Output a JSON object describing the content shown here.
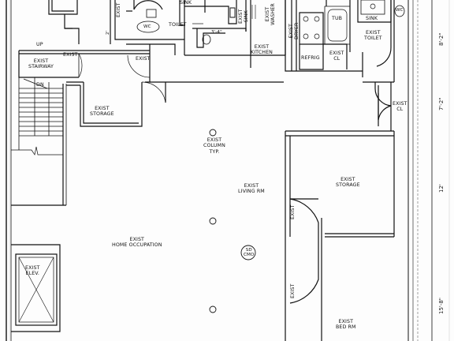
{
  "plan": {
    "rooms": {
      "sink_left": "SINK",
      "toilet": "TOILET",
      "wc": "WC",
      "exist_sink": "EXIST\nSINK",
      "exist_washer": "EXIST\nWASHER",
      "exist_dryer": "EXIST\nDRYER",
      "exist_kitchen": "EXIST\nKITCHEN",
      "tub": "TUB",
      "sink_right": "SINK",
      "wc_right": "WC",
      "exist_toilet": "EXIST\nTOILET",
      "refrig": "REFRIG",
      "exist_cl_top": "EXIST\nCL",
      "exist_cl_right": "EXIST\nCL",
      "exist_left": "EXIST",
      "exist_left2": "EXIST",
      "exist_stairway": "EXIST\nSTAIRWAY",
      "up": "UP",
      "dn": "DN",
      "exist_storage_left": "EXIST\nSTORAGE",
      "exist_column": "EXIST\nCOLUMN\nTYP.",
      "exist_living": "EXIST\nLIVING RM",
      "exist_storage_right": "EXIST\nSTORAGE",
      "exist_door1": "EXIST",
      "exist_door2": "EXIST",
      "exist_home": "EXIST\nHOME OCCUPATION",
      "co_detector": "SD\nCMO",
      "exist_elev": "EXIST\nELEV.",
      "exist_bed": "EXIST\nBED RM",
      "exist_top": "EXIST",
      "dim_3_4": "3'-4\"",
      "dim_2": "2'"
    },
    "dimensions": [
      "8'-2\"",
      "7'-2\"",
      "12'",
      "15'-8\""
    ]
  }
}
